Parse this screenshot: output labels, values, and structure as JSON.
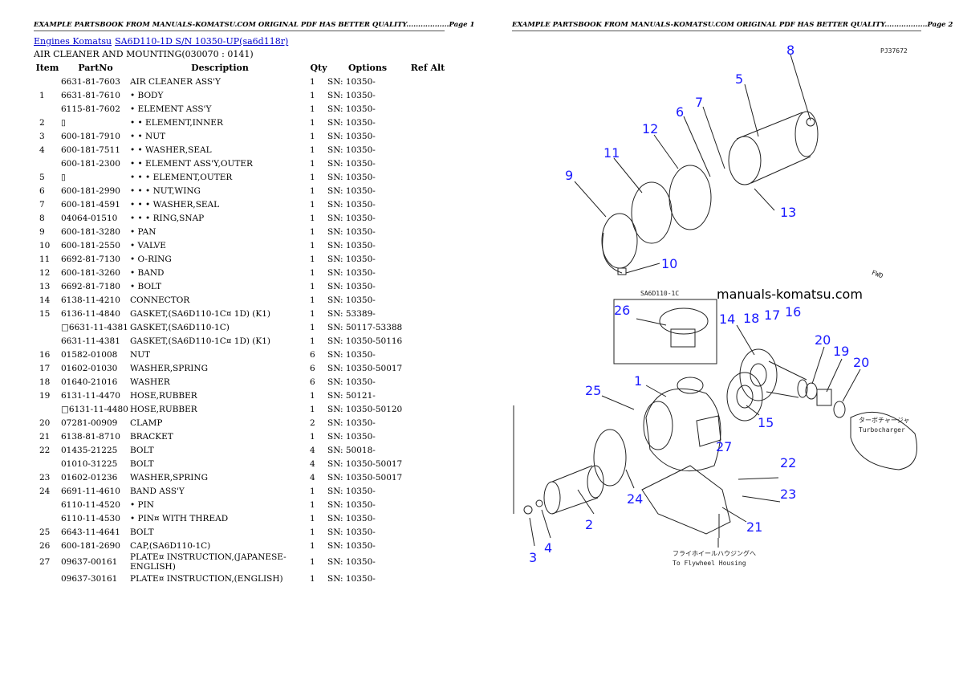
{
  "page1_header": "EXAMPLE PARTSBOOK FROM MANUALS-KOMATSU.COM ORIGINAL PDF HAS BETTER QUALITY..................Page 1",
  "page2_header": "EXAMPLE PARTSBOOK FROM MANUALS-KOMATSU.COM ORIGINAL PDF HAS BETTER QUALITY..................Page 2",
  "breadcrumb": {
    "link1": "Engines Komatsu",
    "link2": "SA6D110-1D S/N 10350-UP(sa6d118r)"
  },
  "section_title": "AIR CLEANER AND MOUNTING(030070 : 0141)",
  "columns": [
    "Item",
    "PartNo",
    "Description",
    "Qty",
    "Options",
    "Ref Alt"
  ],
  "rows": [
    {
      "item": "",
      "part": "6631-81-7603",
      "desc": "AIR CLEANER ASS'Y",
      "qty": "1",
      "opt": "SN: 10350-"
    },
    {
      "item": "1",
      "part": "6631-81-7610",
      "desc": "• BODY",
      "qty": "1",
      "opt": "SN: 10350-"
    },
    {
      "item": "",
      "part": "6115-81-7602",
      "desc": "• ELEMENT ASS'Y",
      "qty": "1",
      "opt": "SN: 10350-"
    },
    {
      "item": "2",
      "part": "▯",
      "desc": "• • ELEMENT,INNER",
      "qty": "1",
      "opt": "SN: 10350-"
    },
    {
      "item": "3",
      "part": "600-181-7910",
      "desc": "• • NUT",
      "qty": "1",
      "opt": "SN: 10350-"
    },
    {
      "item": "4",
      "part": "600-181-7511",
      "desc": "• • WASHER,SEAL",
      "qty": "1",
      "opt": "SN: 10350-"
    },
    {
      "item": "",
      "part": "600-181-2300",
      "desc": "• • ELEMENT ASS'Y,OUTER",
      "qty": "1",
      "opt": "SN: 10350-"
    },
    {
      "item": "5",
      "part": "▯",
      "desc": "• • • ELEMENT,OUTER",
      "qty": "1",
      "opt": "SN: 10350-"
    },
    {
      "item": "6",
      "part": "600-181-2990",
      "desc": "• • • NUT,WING",
      "qty": "1",
      "opt": "SN: 10350-"
    },
    {
      "item": "7",
      "part": "600-181-4591",
      "desc": "• • • WASHER,SEAL",
      "qty": "1",
      "opt": "SN: 10350-"
    },
    {
      "item": "8",
      "part": "04064-01510",
      "desc": "• • • RING,SNAP",
      "qty": "1",
      "opt": "SN: 10350-"
    },
    {
      "item": "9",
      "part": "600-181-3280",
      "desc": "• PAN",
      "qty": "1",
      "opt": "SN: 10350-"
    },
    {
      "item": "10",
      "part": "600-181-2550",
      "desc": "• VALVE",
      "qty": "1",
      "opt": "SN: 10350-"
    },
    {
      "item": "11",
      "part": "6692-81-7130",
      "desc": "• O-RING",
      "qty": "1",
      "opt": "SN: 10350-"
    },
    {
      "item": "12",
      "part": "600-181-3260",
      "desc": "• BAND",
      "qty": "1",
      "opt": "SN: 10350-"
    },
    {
      "item": "13",
      "part": "6692-81-7180",
      "desc": "• BOLT",
      "qty": "1",
      "opt": "SN: 10350-"
    },
    {
      "item": "14",
      "part": "6138-11-4210",
      "desc": "CONNECTOR",
      "qty": "1",
      "opt": "SN: 10350-"
    },
    {
      "item": "15",
      "part": "6136-11-4840",
      "desc": "GASKET,(SA6D110-1C¤ 1D) (K1)",
      "qty": "1",
      "opt": "SN: 53389-"
    },
    {
      "item": "",
      "part": "□6631-11-4381",
      "desc": "GASKET,(SA6D110-1C)",
      "qty": "1",
      "opt": "SN: 50117-53388"
    },
    {
      "item": "",
      "part": "6631-11-4381",
      "desc": "GASKET,(SA6D110-1C¤ 1D) (K1)",
      "qty": "1",
      "opt": "SN: 10350-50116"
    },
    {
      "item": "16",
      "part": "01582-01008",
      "desc": "NUT",
      "qty": "6",
      "opt": "SN: 10350-"
    },
    {
      "item": "17",
      "part": "01602-01030",
      "desc": "WASHER,SPRING",
      "qty": "6",
      "opt": "SN: 10350-50017"
    },
    {
      "item": "18",
      "part": "01640-21016",
      "desc": "WASHER",
      "qty": "6",
      "opt": "SN: 10350-"
    },
    {
      "item": "19",
      "part": "6131-11-4470",
      "desc": "HOSE,RUBBER",
      "qty": "1",
      "opt": "SN: 50121-"
    },
    {
      "item": "",
      "part": "□6131-11-4480",
      "desc": "HOSE,RUBBER",
      "qty": "1",
      "opt": "SN: 10350-50120"
    },
    {
      "item": "20",
      "part": "07281-00909",
      "desc": "CLAMP",
      "qty": "2",
      "opt": "SN: 10350-"
    },
    {
      "item": "21",
      "part": "6138-81-8710",
      "desc": "BRACKET",
      "qty": "1",
      "opt": "SN: 10350-"
    },
    {
      "item": "22",
      "part": "01435-21225",
      "desc": "BOLT",
      "qty": "4",
      "opt": "SN: 50018-"
    },
    {
      "item": "",
      "part": "01010-31225",
      "desc": "BOLT",
      "qty": "4",
      "opt": "SN: 10350-50017"
    },
    {
      "item": "23",
      "part": "01602-01236",
      "desc": "WASHER,SPRING",
      "qty": "4",
      "opt": "SN: 10350-50017"
    },
    {
      "item": "24",
      "part": "6691-11-4610",
      "desc": "BAND ASS'Y",
      "qty": "1",
      "opt": "SN: 10350-"
    },
    {
      "item": "",
      "part": "6110-11-4520",
      "desc": "• PIN",
      "qty": "1",
      "opt": "SN: 10350-"
    },
    {
      "item": "",
      "part": "6110-11-4530",
      "desc": "• PIN¤ WITH THREAD",
      "qty": "1",
      "opt": "SN: 10350-"
    },
    {
      "item": "25",
      "part": "6643-11-4641",
      "desc": "BOLT",
      "qty": "1",
      "opt": "SN: 10350-"
    },
    {
      "item": "26",
      "part": "600-181-2690",
      "desc": "CAP,(SA6D110-1C)",
      "qty": "1",
      "opt": "SN: 10350-"
    },
    {
      "item": "27",
      "part": "09637-00161",
      "desc": "PLATE¤ INSTRUCTION,(JAPANESE-ENGLISH)",
      "qty": "1",
      "opt": "SN: 10350-"
    },
    {
      "item": "",
      "part": "09637-30161",
      "desc": "PLATE¤ INSTRUCTION,(ENGLISH)",
      "qty": "1",
      "opt": "SN: 10350-"
    }
  ],
  "diagram": {
    "drawing_code": "PJ37672",
    "inset_label": "SA6D110-1C",
    "watermark": "manuals-komatsu.com",
    "fwd_label": "FWD",
    "turbo_jp": "ターボチャージャ",
    "turbo_en": "Turbocharger",
    "flywheel_jp": "フライホイールハウジングへ",
    "flywheel_en": "To Flywheel Housing",
    "label_color": "#1a1aff",
    "callouts": [
      "8",
      "5",
      "7",
      "6",
      "12",
      "11",
      "9",
      "13",
      "10",
      "26",
      "14",
      "18",
      "17",
      "16",
      "20",
      "19",
      "20",
      "1",
      "25",
      "15",
      "27",
      "22",
      "23",
      "24",
      "2",
      "21",
      "3",
      "4"
    ]
  }
}
